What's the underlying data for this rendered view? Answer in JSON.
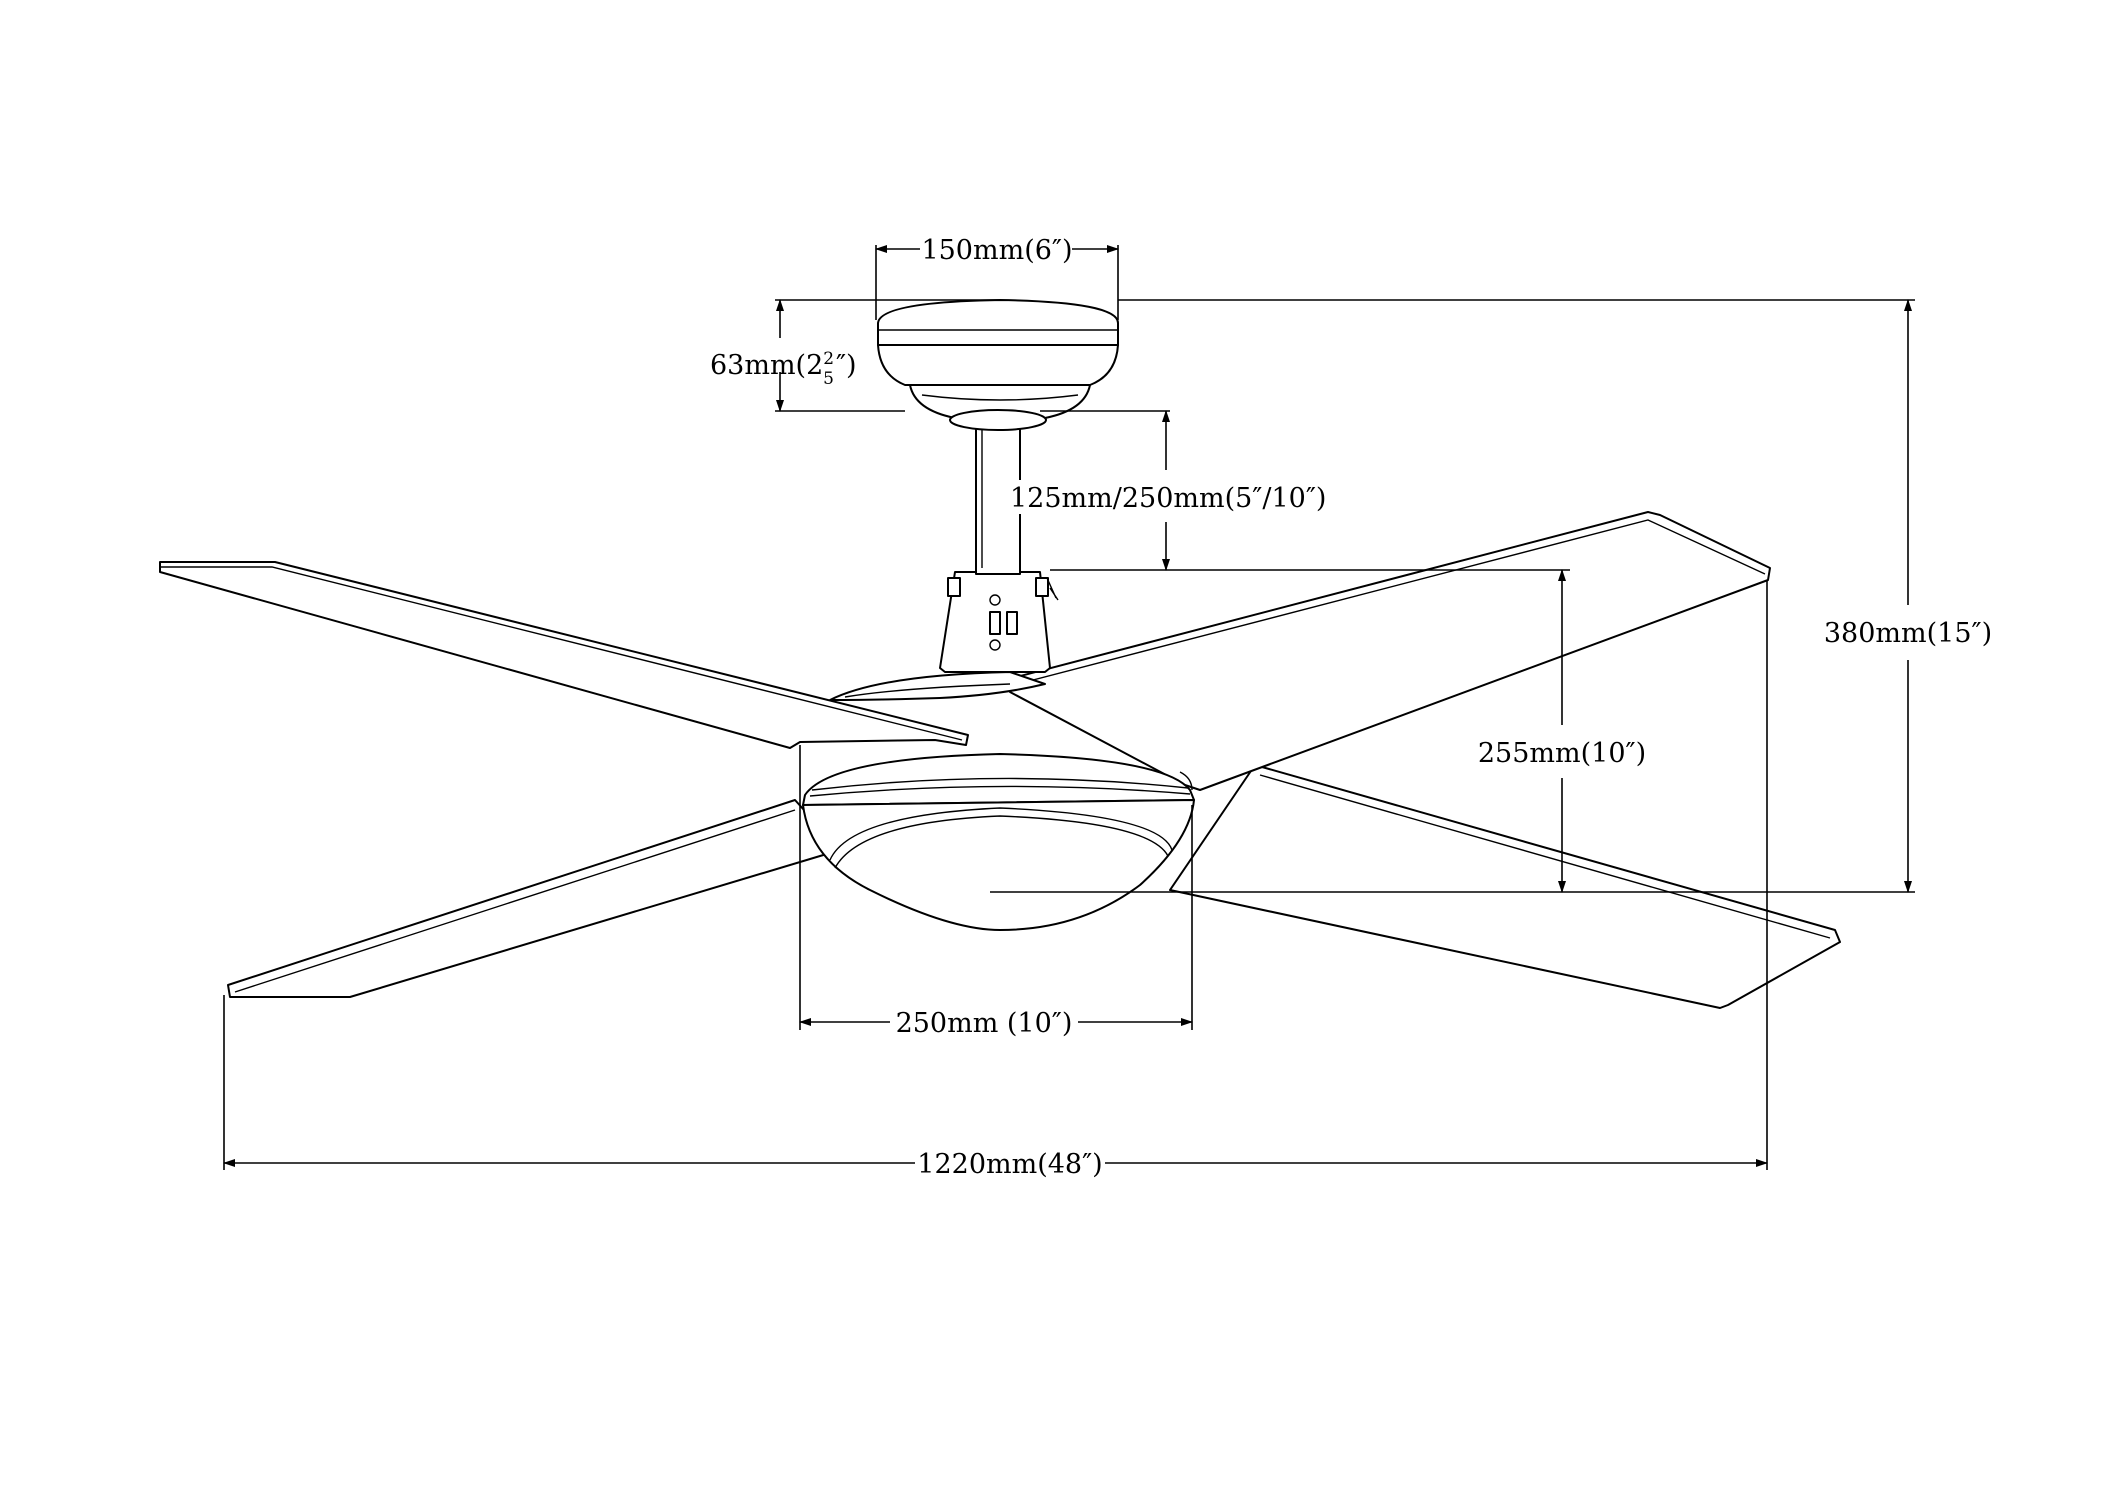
{
  "dimensions": {
    "canopy_width": "150mm(6″)",
    "canopy_height_main": "63mm(2",
    "canopy_height_frac_num": "2",
    "canopy_height_frac_den": "5",
    "canopy_height_close": "″)",
    "downrod_length": "125mm/250mm(5″/10″)",
    "total_height": "380mm(15″)",
    "motor_to_light_height": "255mm(10″)",
    "light_width": "250mm (10″)",
    "blade_span": "1220mm(48″)"
  }
}
